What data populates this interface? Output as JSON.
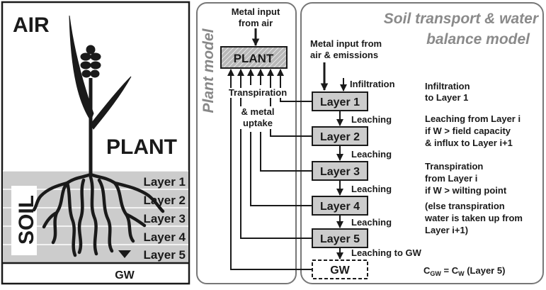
{
  "left_panel": {
    "air_label": "AIR",
    "plant_label": "PLANT",
    "soil_label": "SOIL",
    "layers": [
      "Layer 1",
      "Layer 2",
      "Layer 3",
      "Layer 4",
      "Layer 5"
    ],
    "gw_label": "GW"
  },
  "plant_model": {
    "title": "Plant model",
    "metal_input": [
      "Metal input",
      "from air"
    ],
    "plant_box": "PLANT",
    "transpiration": "Transpiration",
    "metal_uptake": [
      "& metal",
      "uptake"
    ]
  },
  "soil_model": {
    "title": [
      "Soil transport & water",
      "balance model"
    ],
    "metal_input": [
      "Metal input from",
      "air & emissions"
    ],
    "infiltration": "Infiltration",
    "layers": [
      "Layer 1",
      "Layer 2",
      "Layer 3",
      "Layer 4",
      "Layer 5"
    ],
    "gw_box": "GW",
    "leaching": "Leaching",
    "leaching_to_gw": "Leaching to GW",
    "notes": {
      "infiltration": [
        "Infiltration",
        "to Layer 1"
      ],
      "leaching": [
        "Leaching from Layer i",
        "if W > field capacity",
        "& influx to Layer i+1"
      ],
      "transpiration": [
        "Transpiration",
        "from Layer i",
        "if W > wilting point"
      ],
      "else": [
        "(else transpiration",
        "water is taken up from",
        "Layer i+1)"
      ]
    },
    "cgw_equation": {
      "c": "C",
      "sub_gw": "GW",
      "eq": " = C",
      "sub_w": "W",
      "tail": " (Layer 5)"
    }
  },
  "colors": {
    "layer_fill": "#cccccc",
    "panel_stroke": "#777777",
    "plant_title": "#888888",
    "soil_title": "#8a8a8a",
    "ink": "#1a1a1a"
  }
}
